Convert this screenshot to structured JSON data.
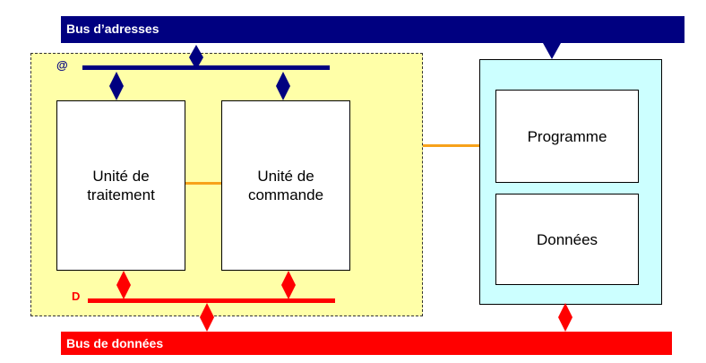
{
  "buses": {
    "address": {
      "label": "Bus d’adresses",
      "color": "#000080"
    },
    "data": {
      "label": "Bus de données",
      "color": "#ff0000"
    }
  },
  "processor": {
    "address_tag": "@",
    "data_tag": "D",
    "processing_unit": "Unité de\ntraitement",
    "control_unit": "Unité de\ncommande",
    "background": "#ffffa8"
  },
  "memory": {
    "program": "Programme",
    "data": "Données",
    "background": "#ccffff"
  },
  "connector_color": "#f7a21b"
}
